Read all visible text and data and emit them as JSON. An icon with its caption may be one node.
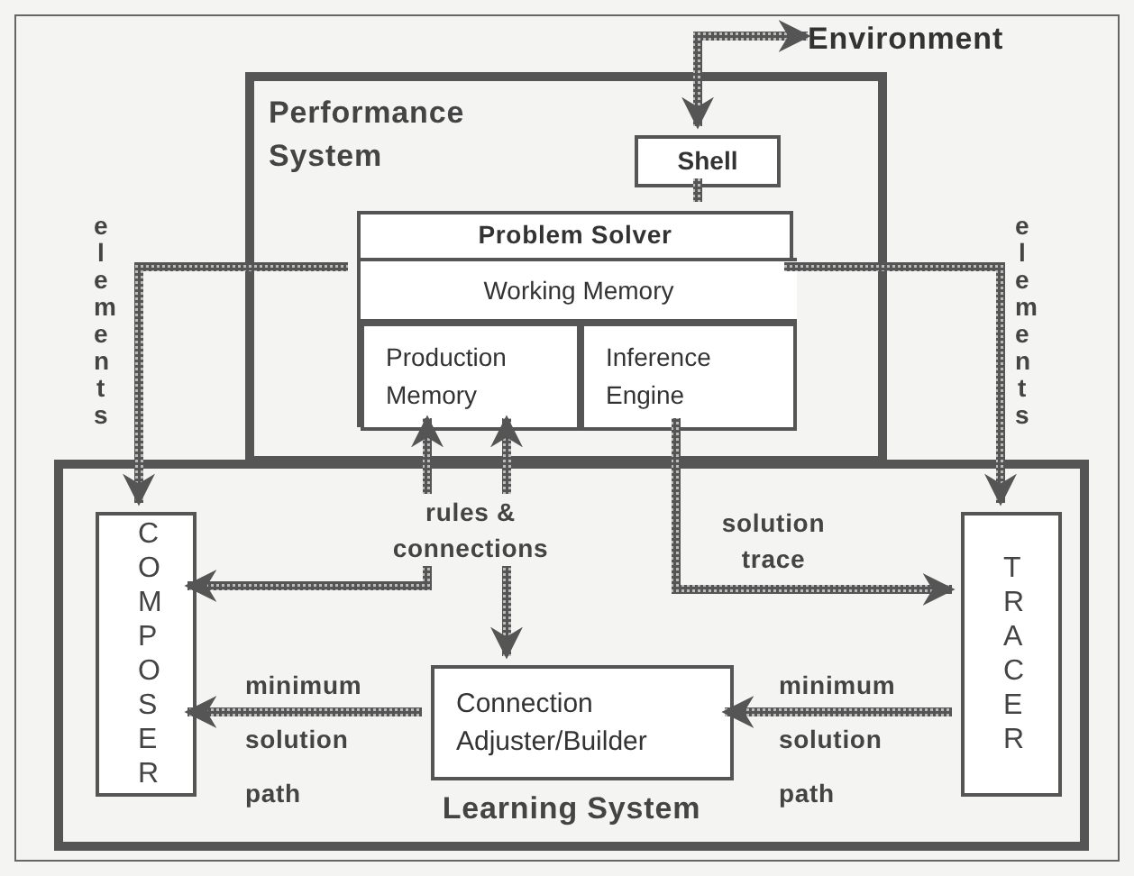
{
  "diagram": {
    "nodes": [
      {
        "text": [
          "Environment"
        ]
      },
      {
        "text": [
          "Performance System"
        ]
      },
      {
        "text": [
          "Shell"
        ],
        "in": 1
      },
      {
        "text": [
          "Problem Solver"
        ],
        "in": 1
      },
      {
        "text": [
          "Working Memory"
        ],
        "in": 3
      },
      {
        "text": [
          "Production Memory"
        ],
        "in": 3
      },
      {
        "text": [
          "Inference Engine"
        ],
        "in": 3
      },
      {
        "text": [
          "Learning System"
        ]
      },
      {
        "text": [
          "COMPOSER"
        ],
        "in": 7
      },
      {
        "text": [
          "TRACER"
        ],
        "in": 7
      },
      {
        "text": [
          "Connection Adjuster/Builder"
        ],
        "in": 7
      }
    ],
    "edges": [
      {
        "from": 2,
        "to": 0,
        "arrow": "both"
      },
      {
        "from": 2,
        "to": 3,
        "arrow": "none"
      },
      {
        "from": 4,
        "to": 8,
        "arrow": "to",
        "label": "elements"
      },
      {
        "from": 4,
        "to": 9,
        "arrow": "to",
        "label": "elements"
      },
      {
        "from": 5,
        "to": 8,
        "arrow": "both",
        "label": "rules & connections"
      },
      {
        "from": 5,
        "to": 10,
        "arrow": "both"
      },
      {
        "from": 6,
        "to": 9,
        "arrow": "to",
        "label": "solution trace"
      },
      {
        "from": 10,
        "to": 8,
        "arrow": "to",
        "label": "minimum solution path"
      },
      {
        "from": 9,
        "to": 10,
        "arrow": "to",
        "label": "minimum solution path"
      }
    ]
  }
}
